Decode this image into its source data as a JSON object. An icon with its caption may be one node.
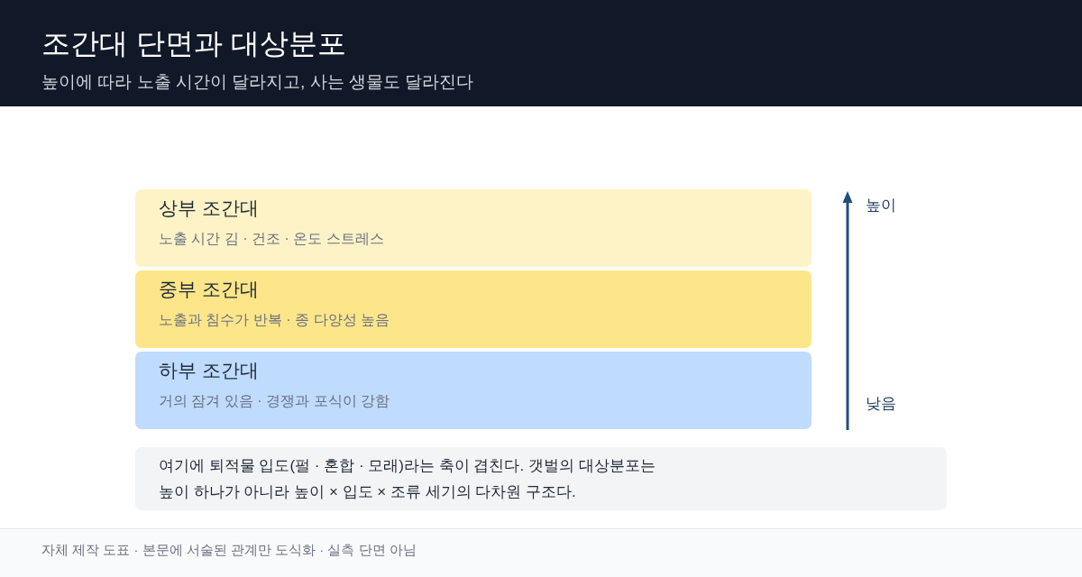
{
  "diagram": {
    "title": "조간대 단면과 대상분포",
    "nodes": [
      {
        "text": [
          "상부 조간대",
          "노출 시간 김 · 건조 · 온도 스트레스"
        ]
      },
      {
        "text": [
          "중부 조간대",
          "노출과 침수가 반복 · 종 다양성 높음"
        ]
      },
      {
        "text": [
          "하부 조간대",
          "거의 잠겨 있음 · 경쟁과 포식이 강함"
        ]
      },
      {
        "text": [
          "여기에 퇴적물 입도(펄 · 혼합 · 모래)라는 축이 겹친다. 갯벌의 대상분포는 높이 하나가 아니라 높이 × 입도 × 조류 세기의 다차원 구조다."
        ]
      }
    ],
    "labels": [
      "높이에 따라 노출 시간이 달라지고, 사는 생물도 달라진다",
      "높이",
      "낮음",
      "자체 제작 도표 · 본문에 서술된 관계만 도식화 · 실측 단면 아님"
    ]
  }
}
